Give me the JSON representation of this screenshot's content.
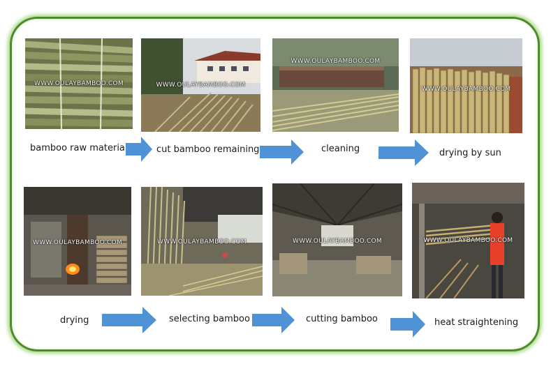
{
  "watermark": "WWW.OULAYBAMBOO.COM",
  "colors": {
    "frame": "#4d8a2a",
    "glow": "#a9d98a",
    "arrow": "#4f93d6"
  },
  "steps": [
    {
      "label": "bamboo raw materials"
    },
    {
      "label": "cut bamboo remaining"
    },
    {
      "label": "cleaning"
    },
    {
      "label": "drying by sun"
    },
    {
      "label": "drying"
    },
    {
      "label": "selecting bamboo"
    },
    {
      "label": "cutting bamboo"
    },
    {
      "label": "heat straightening"
    }
  ]
}
